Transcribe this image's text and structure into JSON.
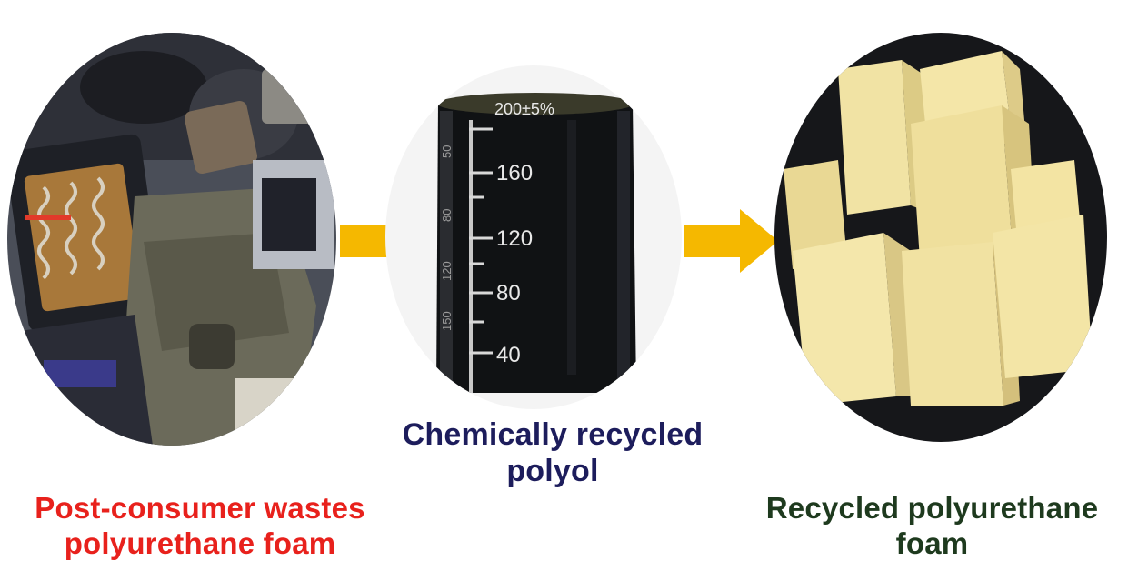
{
  "panels": [
    {
      "id": "waste",
      "caption": [
        "Post-consumer wastes",
        "polyurethane foam"
      ],
      "caption_color": "#e8211c"
    },
    {
      "id": "polyol",
      "caption": [
        "Chemically recycled",
        "polyol"
      ],
      "caption_color": "#1d1d5c",
      "beaker": {
        "volume_label": "200±5%",
        "scale_labels": [
          "160",
          "120",
          "80",
          "40"
        ],
        "side_labels": [
          "50",
          "80",
          "120",
          "150"
        ]
      }
    },
    {
      "id": "foam",
      "caption": [
        "Recycled polyurethane",
        "foam"
      ],
      "caption_color": "#1e3a1e"
    }
  ],
  "arrows": [
    {
      "from": "waste",
      "to": "polyol",
      "color": "#f5b800"
    },
    {
      "from": "polyol",
      "to": "foam",
      "color": "#f5b800"
    }
  ]
}
